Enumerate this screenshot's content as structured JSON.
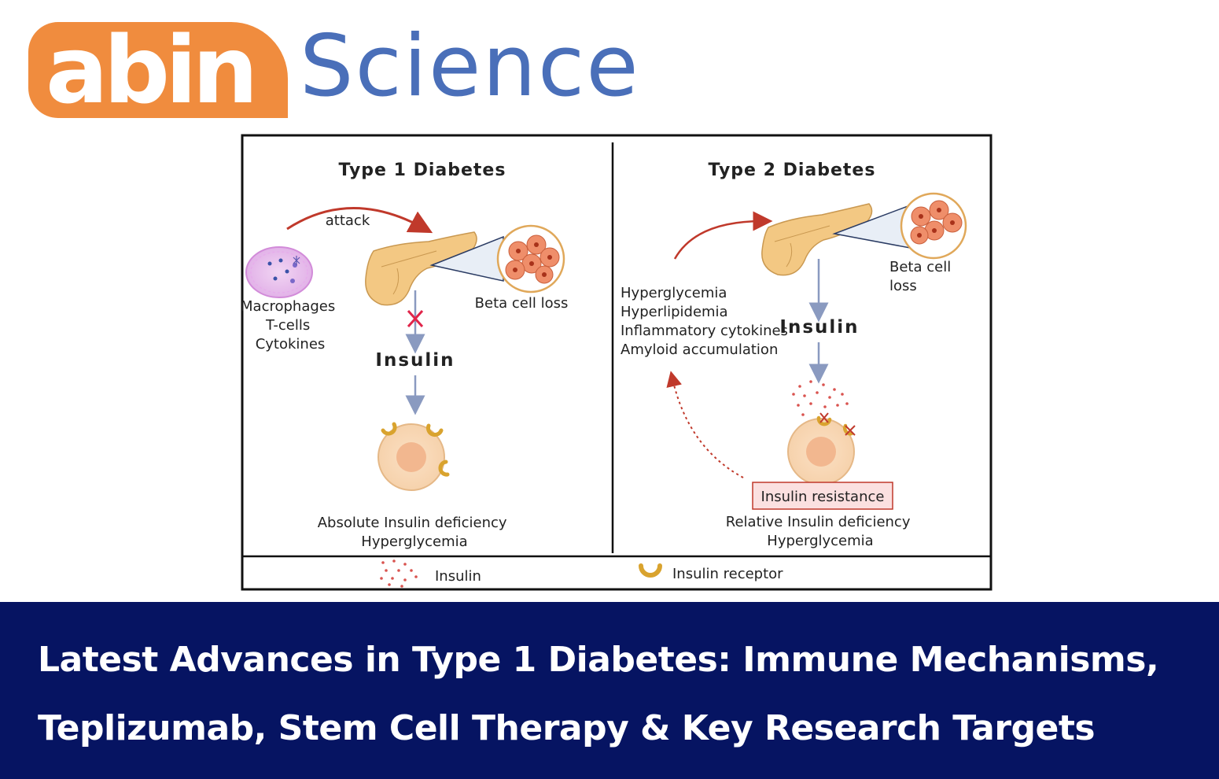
{
  "brand": {
    "part1": "abin",
    "part2": "Science",
    "orange": "#f08c3e",
    "blue": "#4a6fb9"
  },
  "figure": {
    "type1": {
      "title": "Type 1 Diabetes",
      "attack_label": "attack",
      "immune_labels": [
        "Macrophages",
        "T-cells",
        "Cytokines"
      ],
      "beta_label": "Beta cell loss",
      "insulin_label": "Insulin",
      "outcome": [
        "Absolute Insulin deficiency",
        "Hyperglycemia"
      ]
    },
    "type2": {
      "title": "Type 2 Diabetes",
      "factors": [
        "Hyperglycemia",
        "Hyperlipidemia",
        "Inflammatory cytokines",
        "Amyloid accumulation"
      ],
      "beta_label": [
        "Beta cell",
        "loss"
      ],
      "insulin_label": "Insulin",
      "resistance_label": "Insulin resistance",
      "outcome": [
        "Relative Insulin deficiency",
        "Hyperglycemia"
      ]
    },
    "legend": {
      "insulin": "Insulin",
      "receptor": "Insulin receptor"
    }
  },
  "banner": {
    "line1": "Latest Advances in Type 1 Diabetes: Immune Mechanisms,",
    "line2": "Teplizumab, Stem Cell Therapy & Key Research Targets",
    "background": "#061462"
  }
}
